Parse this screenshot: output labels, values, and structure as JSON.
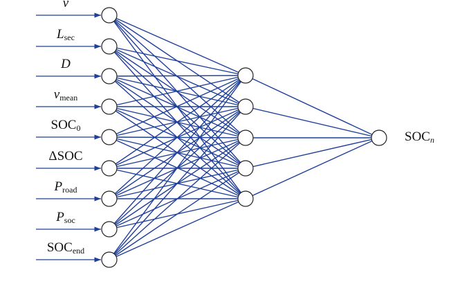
{
  "inputs": [
    {
      "main": "v",
      "sub": "",
      "italic": true
    },
    {
      "main": "L",
      "sub": "sec",
      "italic": true
    },
    {
      "main": "D",
      "sub": "",
      "italic": true
    },
    {
      "main": "v",
      "sub": "mean",
      "italic": true
    },
    {
      "main": "SOC",
      "sub": "0",
      "italic": false
    },
    {
      "main": "ΔSOC",
      "sub": "",
      "italic": false
    },
    {
      "main": "P",
      "sub": "road",
      "italic": true
    },
    {
      "main": "P",
      "sub": "soc",
      "italic": true
    },
    {
      "main": "SOC",
      "sub": "end",
      "italic": false
    }
  ],
  "hidden_count": 5,
  "output": {
    "main": "SOC",
    "sub": "n"
  },
  "colors": {
    "edge": "#1f3f9a",
    "node": "#222222"
  }
}
